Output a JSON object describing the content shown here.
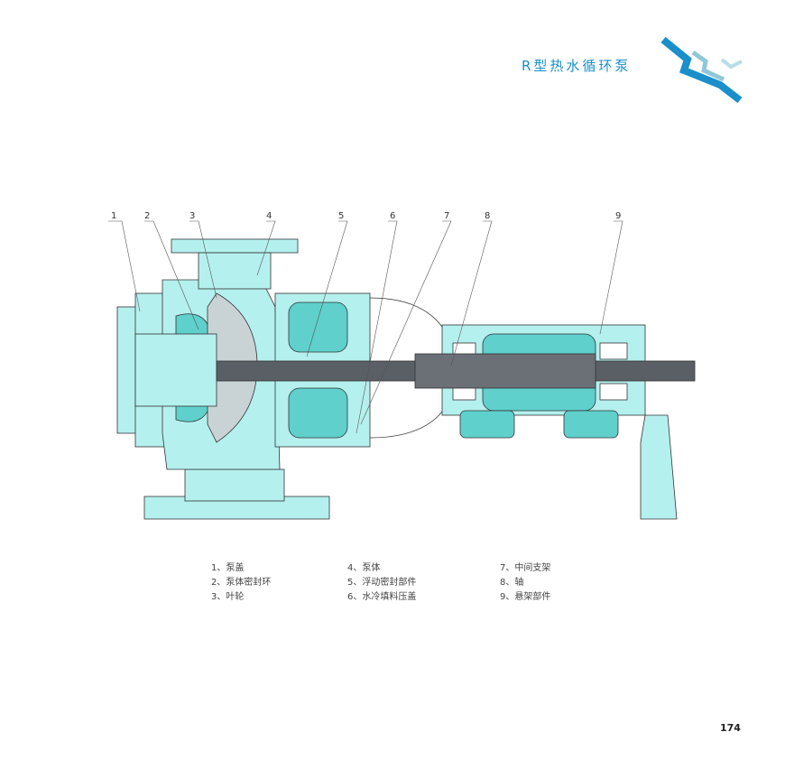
{
  "header": {
    "title": "R型热水循环泵"
  },
  "diagram": {
    "callouts": [
      "1",
      "2",
      "3",
      "4",
      "5",
      "6",
      "7",
      "8",
      "9"
    ]
  },
  "legend": [
    [
      "1、泵盖",
      "2、泵体密封环",
      "3、叶轮"
    ],
    [
      "4、泵体",
      "5、浮动密封部件",
      "6、水冷填料压盖"
    ],
    [
      "7、中间支架",
      "8、轴",
      "9、悬架部件"
    ]
  ],
  "page_number": "174",
  "colors": {
    "title": "#1a8fc9",
    "body": "#b4f0ee",
    "dark": "#5fd0cc",
    "shaft": "#5a5f66"
  }
}
